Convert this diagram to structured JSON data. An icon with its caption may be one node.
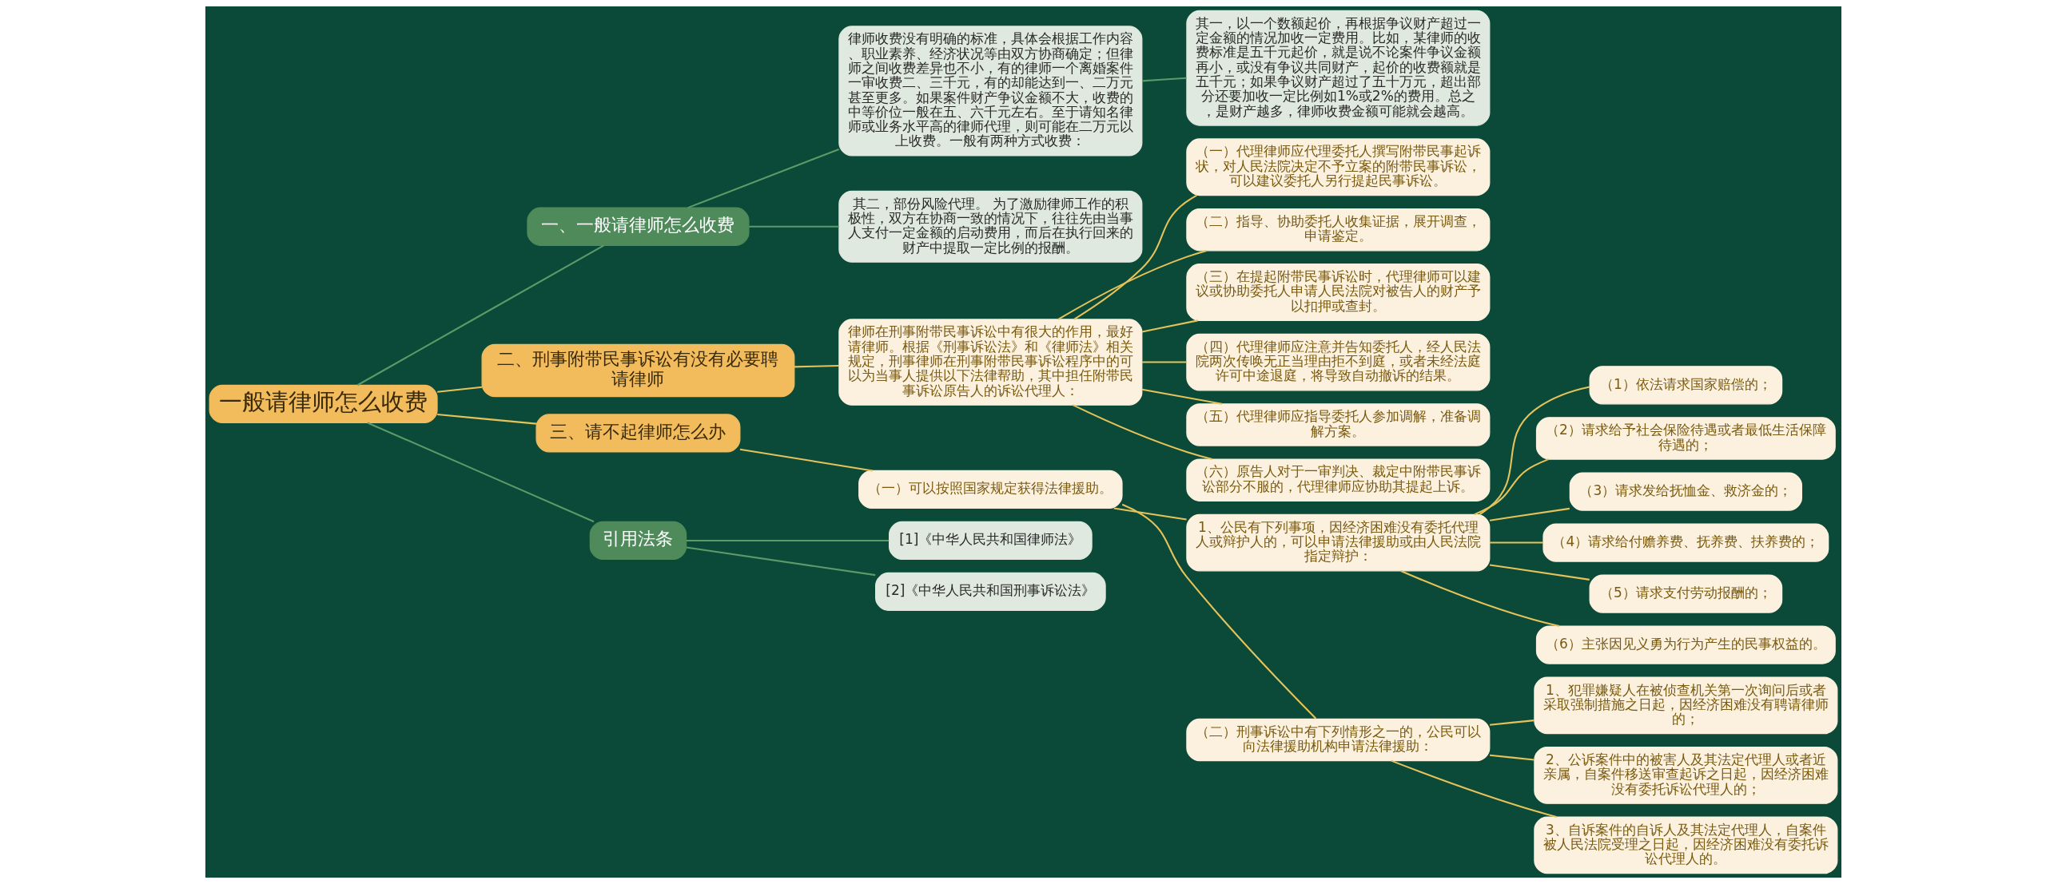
{
  "diagram": {
    "nodes": [
      {
        "text": [
          "一般请律师怎么收费"
        ]
      },
      {
        "text": [
          "一、一般请律师怎么收费"
        ]
      },
      {
        "text": [
          "律师收费没有明确的标准，具体会根据工作内容、职业素养、经济状况等由双方协商确定；但律师之间收费差异也不小，有的律师一个离婚案件一审收费二、三千元，有的却能达到一、二万元甚至更多。如果案件财产争议金额不大，收费的中等价位一般在五、六千元左右。至于请知名律师或业务水平高的律师代理，则可能在二万元以上收费。一般有两种方式收费："
        ]
      },
      {
        "text": [
          "其一，以一个数额起价，再根据争议财产超过一定金额的情况加收一定费用。比如，某律师的收费标准是五千元起价，就是说不论案件争议金额再小，或没有争议共同财产，起价的收费额就是五千元；如果争议财产超过了五十万元，超出部分还要加收一定比例如1%或2%的费用。总之，是财产越多，律师收费金额可能就会越高。"
        ]
      },
      {
        "text": [
          "其二，部份风险代理。 为了激励律师工作的积极性，双方在协商一致的情况下，往往先由当事人支付一定金额的启动费用，而后在执行回来的财产中提取一定比例的报酬。"
        ]
      },
      {
        "text": [
          "二、刑事附带民事诉讼有没有必要聘请律师"
        ]
      },
      {
        "text": [
          "律师在刑事附带民事诉讼中有很大的作用，最好请律师。根据《刑事诉讼法》和《律师法》相关规定，刑事律师在刑事附带民事诉讼程序中的可以为当事人提供以下法律帮助，其中担任附带民事诉讼原告人的诉讼代理人："
        ]
      },
      {
        "text": [
          "（一）代理律师应代理委托人撰写附带民事起诉状，对人民法院决定不予立案的附带民事诉讼，可以建议委托人另行提起民事诉讼。"
        ]
      },
      {
        "text": [
          "（二）指导、协助委托人收集证据，展开调查，申请鉴定。"
        ]
      },
      {
        "text": [
          "（三）在提起附带民事诉讼时，代理律师可以建议或协助委托人申请人民法院对被告人的财产予以扣押或查封。"
        ]
      },
      {
        "text": [
          "（四）代理律师应注意并告知委托人，经人民法院两次传唤无正当理由拒不到庭，或者未经法庭许可中途退庭，将导致自动撤诉的结果。"
        ]
      },
      {
        "text": [
          "（五）代理律师应指导委托人参加调解，准备调解方案。"
        ]
      },
      {
        "text": [
          "（六）原告人对于一审判决、裁定中附带民事诉讼部分不服的，代理律师应协助其提起上诉。"
        ]
      },
      {
        "text": [
          "三、请不起律师怎么办"
        ]
      },
      {
        "text": [
          "（一）可以按照国家规定获得法律援助。"
        ]
      },
      {
        "text": [
          "1、公民有下列事项，因经济困难没有委托代理人或辩护人的，可以申请法律援助或由人民法院指定辩护："
        ]
      },
      {
        "text": [
          "（1）依法请求国家赔偿的；"
        ]
      },
      {
        "text": [
          "（2）请求给予社会保险待遇或者最低生活保障待遇的；"
        ]
      },
      {
        "text": [
          "（3）请求发给抚恤金、救济金的；"
        ]
      },
      {
        "text": [
          "（4）请求给付赡养费、抚养费、扶养费的；"
        ]
      },
      {
        "text": [
          "（5）请求支付劳动报酬的；"
        ]
      },
      {
        "text": [
          "（6）主张因见义勇为行为产生的民事权益的。"
        ]
      },
      {
        "text": [
          "（二）刑事诉讼中有下列情形之一的，公民可以向法律援助机构申请法律援助："
        ]
      },
      {
        "text": [
          "1、犯罪嫌疑人在被侦查机关第一次询问后或者采取强制措施之日起，因经济困难没有聘请律师的；"
        ]
      },
      {
        "text": [
          "2、公诉案件中的被害人及其法定代理人或者近亲属，自案件移送审查起诉之日起，因经济困难没有委托诉讼代理人的；"
        ]
      },
      {
        "text": [
          "3、自诉案件的自诉人及其法定代理人，自案件被人民法院受理之日起，因经济困难没有委托诉讼代理人的。"
        ]
      },
      {
        "text": [
          "引用法条"
        ]
      },
      {
        "text": [
          "[1]《中华人民共和国律师法》"
        ]
      },
      {
        "text": [
          "[2]《中华人民共和国刑事诉讼法》"
        ]
      }
    ],
    "edges": [
      {
        "from": 0,
        "to": 1,
        "arrow": "none",
        "color": "#5e9a68"
      },
      {
        "from": 1,
        "to": 2,
        "arrow": "none",
        "color": "#5e9a68"
      },
      {
        "from": 2,
        "to": 3,
        "arrow": "none",
        "color": "#5e9a68"
      },
      {
        "from": 1,
        "to": 4,
        "arrow": "none",
        "color": "#5e9a68"
      },
      {
        "from": 0,
        "to": 5,
        "arrow": "none"
      },
      {
        "from": 5,
        "to": 6,
        "arrow": "none"
      },
      {
        "from": 6,
        "to": 7,
        "arrow": "none"
      },
      {
        "from": 6,
        "to": 8,
        "arrow": "none"
      },
      {
        "from": 6,
        "to": 9,
        "arrow": "none"
      },
      {
        "from": 6,
        "to": 10,
        "arrow": "none"
      },
      {
        "from": 6,
        "to": 11,
        "arrow": "none"
      },
      {
        "from": 6,
        "to": 12,
        "arrow": "none"
      },
      {
        "from": 0,
        "to": 13,
        "arrow": "none"
      },
      {
        "from": 13,
        "to": 14,
        "arrow": "none"
      },
      {
        "from": 14,
        "to": 15,
        "arrow": "none"
      },
      {
        "from": 15,
        "to": 16,
        "arrow": "none"
      },
      {
        "from": 15,
        "to": 17,
        "arrow": "none"
      },
      {
        "from": 15,
        "to": 18,
        "arrow": "none"
      },
      {
        "from": 15,
        "to": 19,
        "arrow": "none"
      },
      {
        "from": 15,
        "to": 20,
        "arrow": "none"
      },
      {
        "from": 15,
        "to": 21,
        "arrow": "none"
      },
      {
        "from": 14,
        "to": 22,
        "arrow": "none"
      },
      {
        "from": 22,
        "to": 23,
        "arrow": "none"
      },
      {
        "from": 22,
        "to": 24,
        "arrow": "none"
      },
      {
        "from": 22,
        "to": 25,
        "arrow": "none"
      },
      {
        "from": 0,
        "to": 26,
        "arrow": "none",
        "color": "#5e9a68"
      },
      {
        "from": 26,
        "to": 27,
        "arrow": "none",
        "color": "#5e9a68"
      },
      {
        "from": 26,
        "to": 28,
        "arrow": "none",
        "color": "#5e9a68"
      }
    ]
  }
}
